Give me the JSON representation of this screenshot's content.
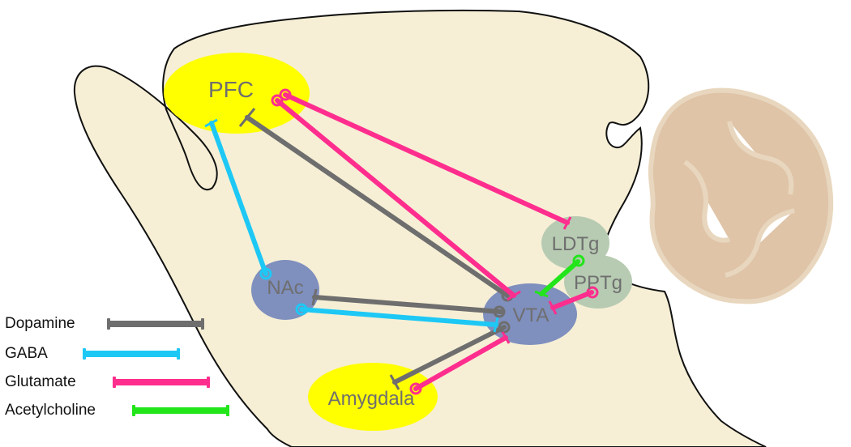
{
  "regions": {
    "pfc": "PFC",
    "nac": "NAc",
    "vta": "VTA",
    "ldtg": "LDTg",
    "pptg": "PPTg",
    "amygdala": "Amygdala"
  },
  "legend": {
    "dopamine": "Dopamine",
    "gaba": "GABA",
    "glutamate": "Glutamate",
    "acetylcholine": "Acetylcholine"
  },
  "colors": {
    "dopamine": "#6e6e6e",
    "gaba": "#1ec8f5",
    "glutamate": "#ff2e8e",
    "acetylcholine": "#22e51a",
    "brain_fill": "#f6efd5",
    "cerebellum": "#dfc4a8",
    "pfc_fill": "#ffff00",
    "amygdala_fill": "#ffff00",
    "nac_fill": "#7f8fbe",
    "vta_fill": "#7f8fbe",
    "brainstem_nuclei": "#b7cbb2"
  }
}
